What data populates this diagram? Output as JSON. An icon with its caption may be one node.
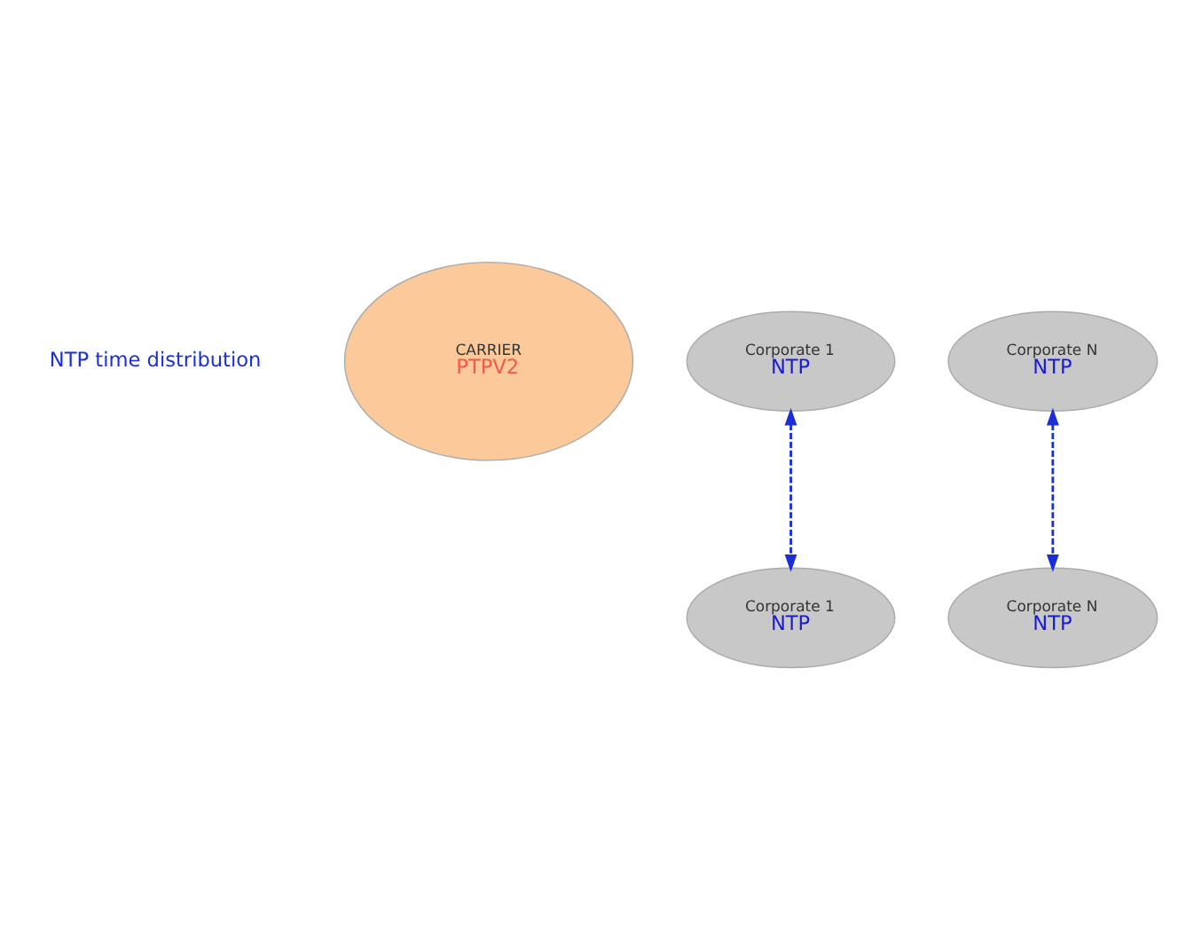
{
  "diagram": {
    "nodes": [
      {
        "text": [
          "CARRIER",
          "PTPV2"
        ]
      },
      {
        "text": [
          "Corporate 1",
          "NTP"
        ]
      },
      {
        "text": [
          "Corporate N",
          "NTP"
        ]
      },
      {
        "text": [
          "Corporate 1",
          "NTP"
        ]
      },
      {
        "text": [
          "Corporate N",
          "NTP"
        ]
      }
    ],
    "edges": [
      {
        "from": 1,
        "to": 3,
        "arrow": "both",
        "style": "dashed"
      },
      {
        "from": 2,
        "to": 4,
        "arrow": "both",
        "style": "dashed"
      }
    ],
    "legend": [
      {
        "text": "NTP time distribution"
      }
    ]
  }
}
